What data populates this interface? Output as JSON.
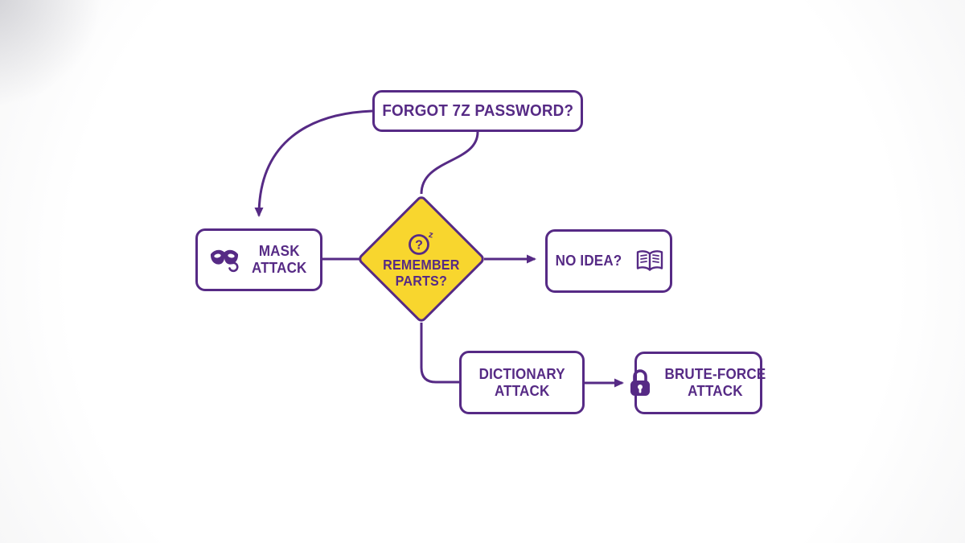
{
  "colors": {
    "purple": "#562a85",
    "yellow": "#f8d62e",
    "background": "#ffffff"
  },
  "diagram_title": "7z password recovery decision flowchart",
  "nodes": {
    "forgot": {
      "label": "FORGOT 7Z PASSWORD?"
    },
    "mask": {
      "line1": "MASK",
      "line2": "ATTACK",
      "icon": "mask-icon"
    },
    "decision": {
      "line1": "REMEMBER",
      "line2": "PARTS?",
      "icon": "question-mark-icon",
      "shape": "diamond"
    },
    "no_idea": {
      "label": "NO IDEA?",
      "icon": "open-book-icon"
    },
    "dictionary": {
      "line1": "DICTIONARY",
      "line2": "ATTACK"
    },
    "brute_force": {
      "line1": "BRUTE-FORCE",
      "line2": "ATTACK",
      "icon": "padlock-icon"
    }
  },
  "edges": [
    {
      "from": "forgot",
      "to": "mask",
      "arrow": true,
      "style": "curved"
    },
    {
      "from": "forgot",
      "to": "decision",
      "arrow": false,
      "style": "s-curve"
    },
    {
      "from": "decision",
      "to": "mask",
      "arrow": false,
      "style": "straight"
    },
    {
      "from": "decision",
      "to": "no_idea",
      "arrow": true,
      "style": "straight"
    },
    {
      "from": "decision",
      "to": "dictionary",
      "arrow": false,
      "style": "elbow"
    },
    {
      "from": "dictionary",
      "to": "brute_force",
      "arrow": true,
      "style": "straight"
    }
  ]
}
